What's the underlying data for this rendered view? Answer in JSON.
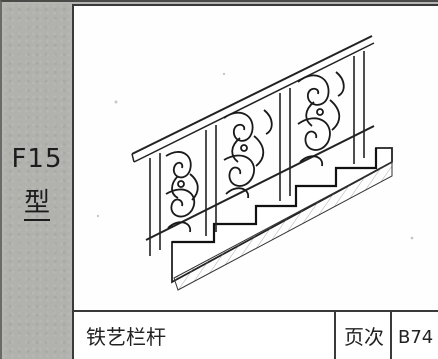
{
  "side_panel": {
    "type_code": "F15",
    "type_char": "型"
  },
  "drawing": {
    "icon": "stair-railing-drawing",
    "panels": 3
  },
  "title_block": {
    "title": "铁艺栏杆",
    "page_label": "页次",
    "page_value": "B74"
  }
}
